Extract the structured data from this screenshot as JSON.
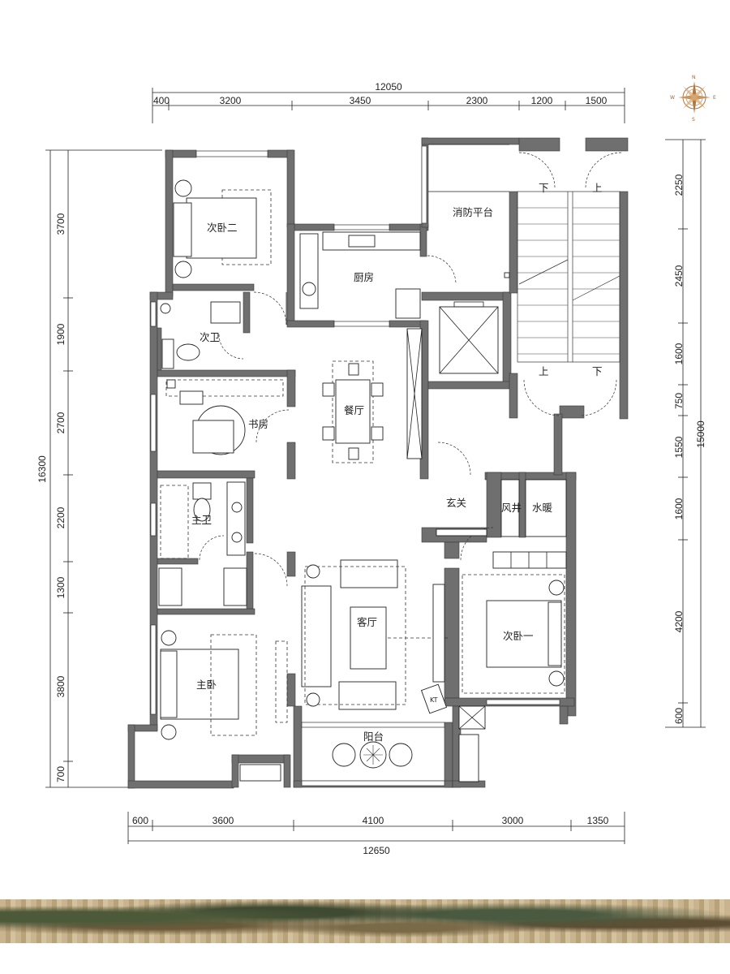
{
  "dimensions": {
    "top_total": "12050",
    "top_segments": [
      "400",
      "3200",
      "3450",
      "2300",
      "1200",
      "1500"
    ],
    "bottom_segments": [
      "600",
      "3600",
      "4100",
      "3000",
      "1350"
    ],
    "bottom_total": "12650",
    "left_total": "16300",
    "left_segments": [
      "3700",
      "1900",
      "2700",
      "2200",
      "1300",
      "3800",
      "700"
    ],
    "right_total": "15000",
    "right_segments": [
      "2250",
      "2450",
      "1600",
      "750",
      "1550",
      "1600",
      "4200",
      "600"
    ]
  },
  "rooms": {
    "bedroom2": "次卧二",
    "fire_platform": "消防平台",
    "kitchen": "厨房",
    "second_bath": "次卫",
    "dining": "餐厅",
    "study": "书房",
    "master_bath": "主卫",
    "foyer": "玄关",
    "air_shaft": "风井",
    "water_heating": "水暖",
    "living": "客厅",
    "bedroom1": "次卧一",
    "master_bedroom": "主卧",
    "balcony": "阳台"
  },
  "stairs": {
    "down_top": "下",
    "up_top": "上",
    "up_bottom": "上",
    "down_bottom": "下"
  },
  "compass": {
    "n": "N",
    "s": "S",
    "e": "E",
    "w": "W"
  },
  "tv_mark": "KT",
  "colors": {
    "wall": "#6f6f6f",
    "line": "#222222",
    "compass": "#b07840"
  }
}
